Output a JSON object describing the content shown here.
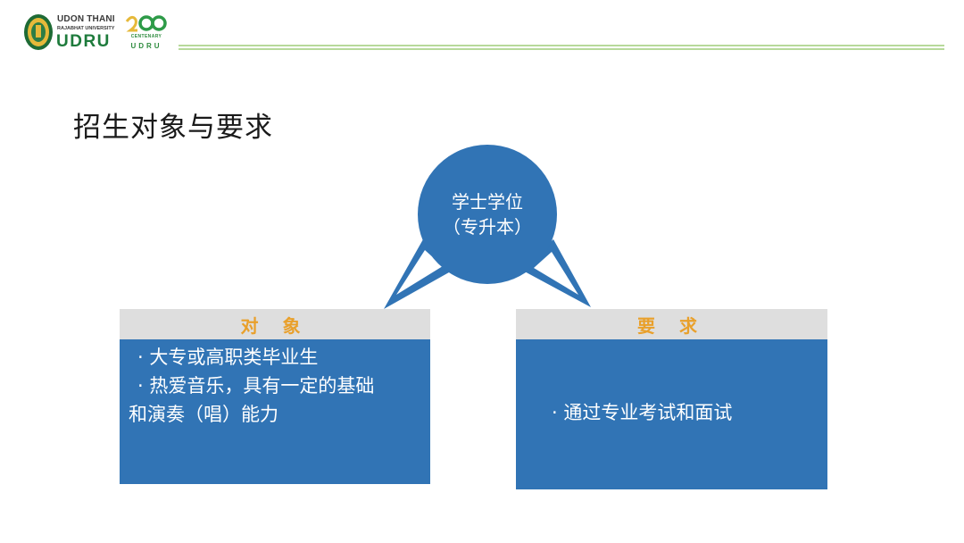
{
  "header": {
    "logo": {
      "line1": "UDON THANI",
      "line2": "RAJABHAT UNIVERSITY",
      "line3": "UDRU",
      "centenary_label": "CENTENARY",
      "centenary_udru": "UDRU"
    },
    "colors": {
      "brand_green": "#1e7b3c",
      "rule_green": "#b7d99a"
    }
  },
  "slide": {
    "title": "招生对象与要求",
    "center_node": {
      "line1": "学士学位",
      "line2": "（专升本）"
    },
    "left_box": {
      "heading": "对 象",
      "items": [
        "· 大专或高职类毕业生",
        "· 热爱音乐，具有一定的基础",
        "和演奏（唱）能力"
      ]
    },
    "right_box": {
      "heading": "要 求",
      "items": [
        "· 通过专业考试和面试"
      ]
    },
    "colors": {
      "box_blue": "#3174b5",
      "heading_orange": "#e9a02b",
      "heading_bg": "#dedede"
    }
  }
}
